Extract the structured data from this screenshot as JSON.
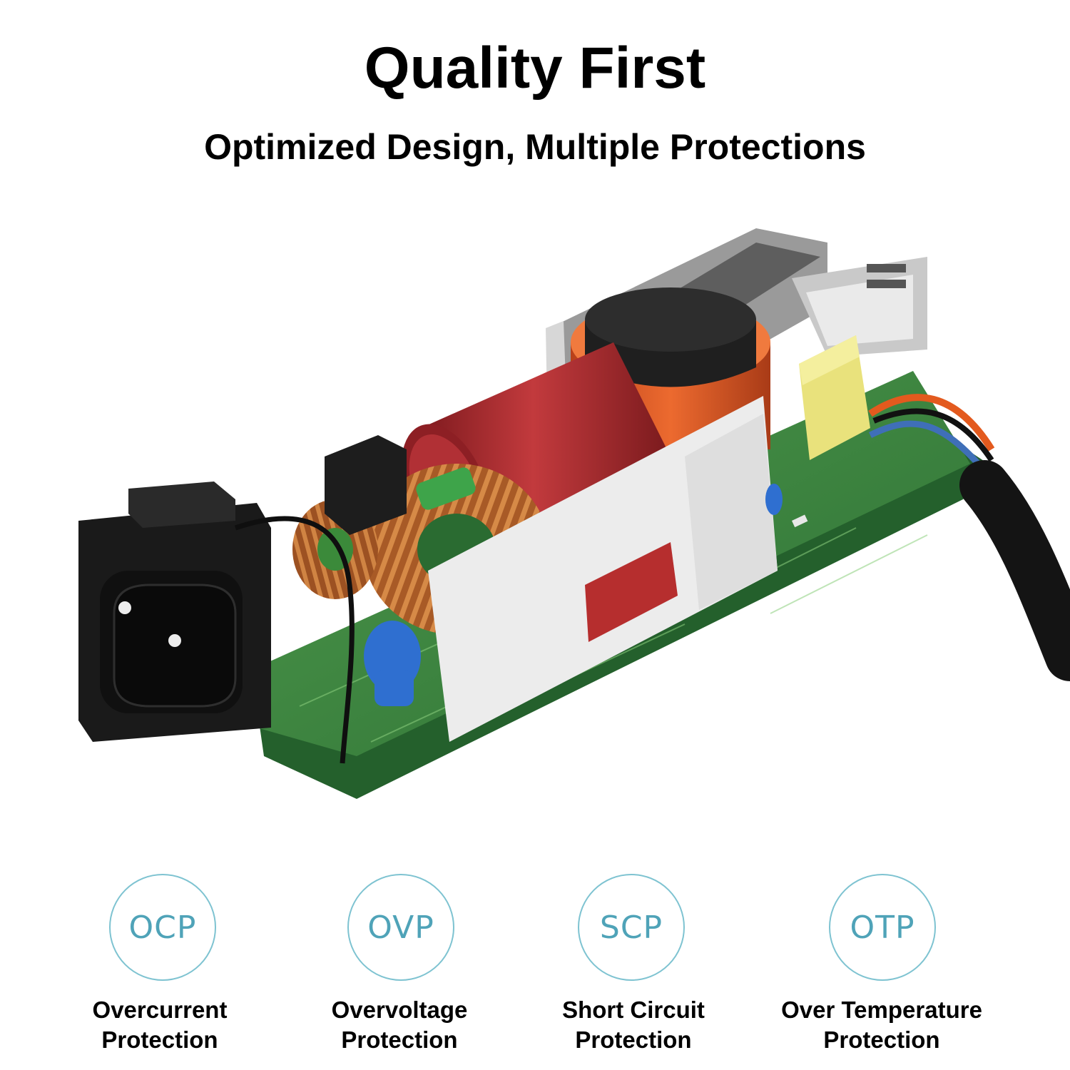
{
  "header": {
    "title": "Quality First",
    "subtitle": "Optimized Design, Multiple Protections"
  },
  "colors": {
    "badge_ring": "#7ec3d1",
    "badge_text": "#4fa3b8",
    "pcb_green": "#2f7a3a",
    "capacitor_red": "#a8262b",
    "transformer_orange": "#d9541f",
    "copper_coil": "#b4622a"
  },
  "product_image": {
    "icon": "power-supply-pcb-illustration"
  },
  "protections": [
    {
      "abbr": "OCP",
      "line1": "Overcurrent",
      "line2": "Protection"
    },
    {
      "abbr": "OVP",
      "line1": "Overvoltage",
      "line2": "Protection"
    },
    {
      "abbr": "SCP",
      "line1": "Short Circuit",
      "line2": "Protection"
    },
    {
      "abbr": "OTP",
      "line1": "Over Temperature",
      "line2": "Protection"
    }
  ]
}
